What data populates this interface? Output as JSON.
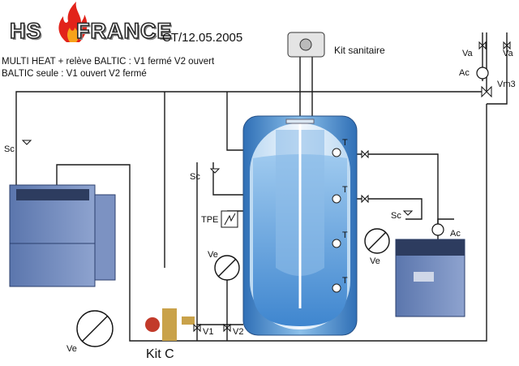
{
  "header": {
    "logo_left": "HS",
    "logo_right": "FRANCE",
    "reference": "CT/12.05.2005",
    "line1": "MULTI HEAT + relève BALTIC : V1 fermé V2 ouvert",
    "line2": "BALTIC seule : V1 ouvert V2 fermé"
  },
  "labels": {
    "kit_sanitaire": "Kit sanitaire",
    "kit_c": "Kit C",
    "sc_left": "Sc",
    "sc_mid": "Sc",
    "sc_right": "Sc",
    "ve_left": "Ve",
    "ve_mid": "Ve",
    "ve_right": "Ve",
    "tpe": "TPE",
    "v1": "V1",
    "v2": "V2",
    "va_left": "Va",
    "va_right": "Va",
    "ac_top": "Ac",
    "ac_right": "Ac",
    "vm3": "Vm3",
    "t1": "T",
    "t2": "T",
    "t3": "T",
    "t4": "T"
  },
  "icons": {
    "flame": "flame-icon",
    "valve": "bowtie-valve-icon",
    "safety_valve": "safety-valve-icon",
    "pump": "circulator-pump-icon",
    "expansion": "expansion-vessel-icon",
    "thermostat": "thermostat-icon"
  },
  "colors": {
    "pipe": "#1a1a1a",
    "tank_blue": "#4a8fd0",
    "tank_light": "#cfe4f6",
    "boiler": "#6f86b8",
    "flame": "#e2231a",
    "logo_outline": "#2a2a2a"
  }
}
